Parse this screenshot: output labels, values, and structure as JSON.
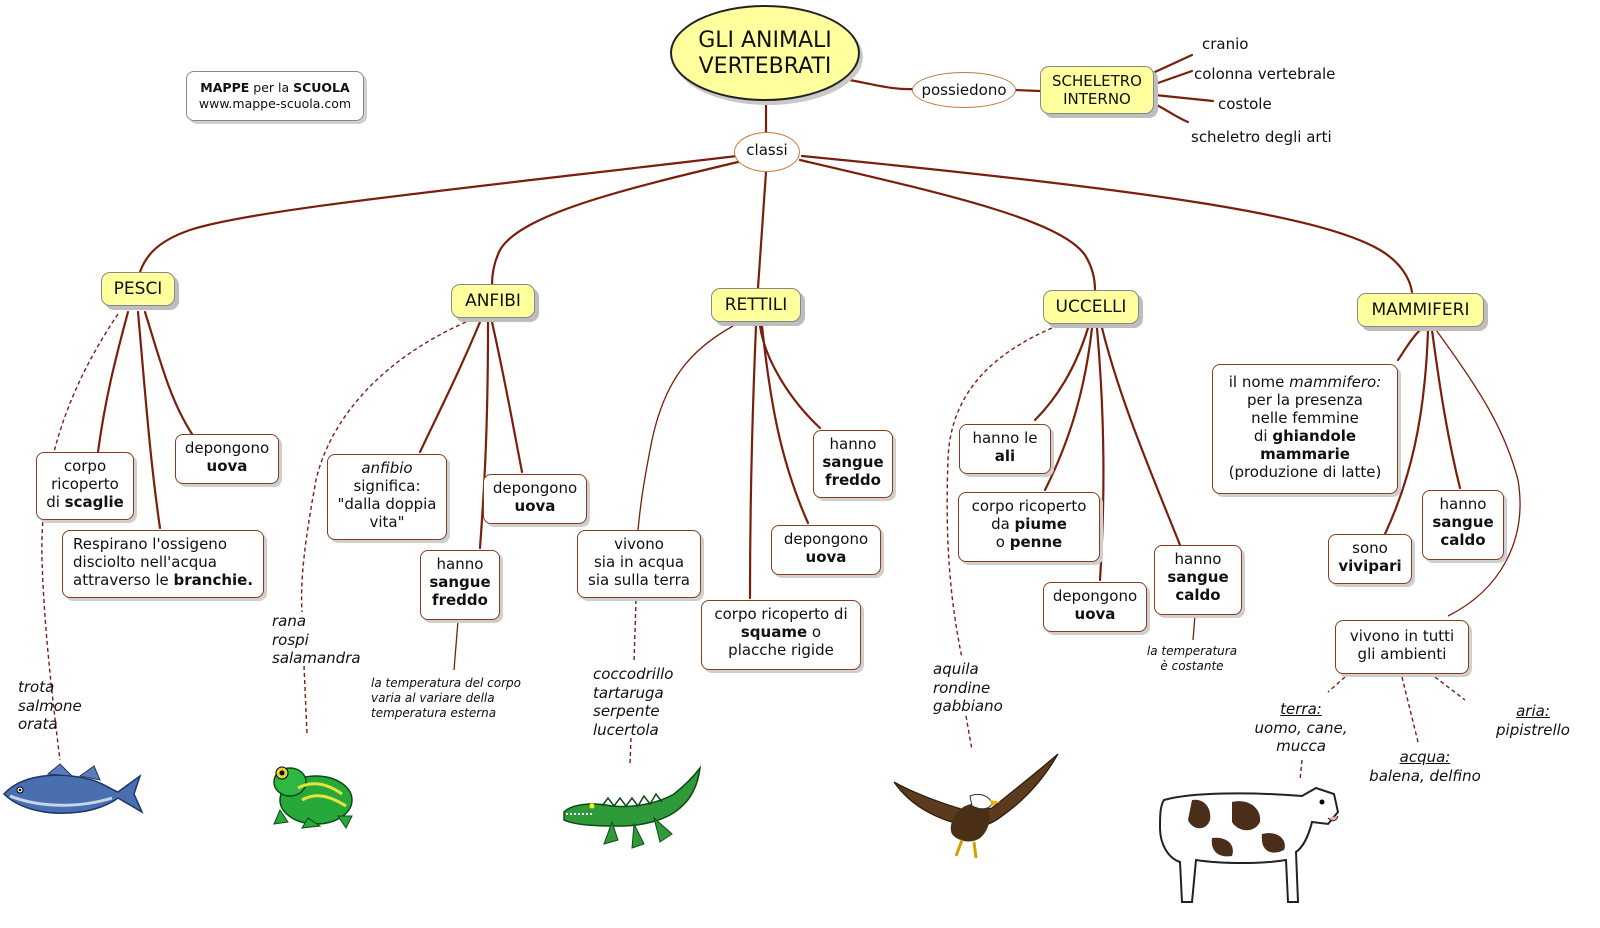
{
  "logo": {
    "line1_bold_a": "MAPPE",
    "line1_mid": " per la ",
    "line1_bold_b": "SCUOLA",
    "line2": "www.mappe-scuola.com"
  },
  "root": {
    "line1": "GLI ANIMALI",
    "line2": "VERTEBRATI"
  },
  "links": {
    "possiedono": "possiedono",
    "classi": "classi"
  },
  "scheletro": {
    "line1": "SCHELETRO",
    "line2": "INTERNO",
    "parts": [
      "cranio",
      "colonna vertebrale",
      "costole",
      "scheletro degli arti"
    ]
  },
  "classes": [
    "PESCI",
    "ANFIBI",
    "RETTILI",
    "UCCELLI",
    "MAMMIFERI"
  ],
  "pesci": {
    "corpo": {
      "l1": "corpo",
      "l2": "ricoperto",
      "l3_pre": "di ",
      "l3_bold": "scaglie"
    },
    "depongono": {
      "l1": "depongono",
      "l2": "uova"
    },
    "respirano": {
      "l1": "Respirano l'ossigeno",
      "l2": "disciolto nell'acqua",
      "l3_pre": "attraverso le ",
      "l3_bold": "branchie."
    },
    "examples": [
      "trota",
      "salmone",
      "orata"
    ]
  },
  "anfibi": {
    "significa": {
      "l1": "anfibio",
      "l2": "significa:",
      "l3": "\"dalla doppia",
      "l4": "vita\""
    },
    "depongono": {
      "l1": "depongono",
      "l2": "uova"
    },
    "sangue": {
      "l1": "hanno",
      "l2": "sangue",
      "l3": "freddo"
    },
    "note": [
      "la temperatura del corpo",
      "varia al variare della",
      "temperatura esterna"
    ],
    "examples": [
      "rana",
      "rospi",
      "salamandra"
    ]
  },
  "rettili": {
    "vivono": {
      "l1": "vivono",
      "l2": "sia in acqua",
      "l3": "sia sulla terra"
    },
    "sangue": {
      "l1": "hanno",
      "l2": "sangue",
      "l3": "freddo"
    },
    "depongono": {
      "l1": "depongono",
      "l2": "uova"
    },
    "corpo": {
      "l1": "corpo ricoperto di",
      "l2_bold": "squame",
      "l2_post": " o",
      "l3": "placche rigide"
    },
    "examples": [
      "coccodrillo",
      "tartaruga",
      "serpente",
      "lucertola"
    ]
  },
  "uccelli": {
    "ali": {
      "l1": "hanno le",
      "l2": "ali"
    },
    "corpo": {
      "l1": "corpo ricoperto",
      "l2_pre": "da ",
      "l2_bold": "piume",
      "l3_pre": "o ",
      "l3_bold": "penne"
    },
    "depongono": {
      "l1": "depongono",
      "l2": "uova"
    },
    "sangue": {
      "l1": "hanno",
      "l2": "sangue",
      "l3": "caldo"
    },
    "note": [
      "la temperatura",
      "è costante"
    ],
    "examples": [
      "aquila",
      "rondine",
      "gabbiano"
    ]
  },
  "mammiferi": {
    "nome": {
      "l1_pre": "il nome ",
      "l1_it": "mammifero:",
      "l2": "per la presenza",
      "l3": "nelle femmine",
      "l4_pre": "di ",
      "l4_bold": "ghiandole",
      "l5_bold": "mammarie",
      "l6": "(produzione di latte)"
    },
    "vivipari": {
      "l1": "sono",
      "l2": "vivipari"
    },
    "sangue": {
      "l1": "hanno",
      "l2": "sangue",
      "l3": "caldo"
    },
    "ambienti": {
      "l1": "vivono in tutti",
      "l2": "gli ambienti"
    },
    "terra": {
      "label": "terra:",
      "l1": "uomo, cane,",
      "l2": "mucca"
    },
    "acqua": {
      "label": "acqua:",
      "l1": "balena, delfino"
    },
    "aria": {
      "label": "aria:",
      "l1": "pipistrello"
    }
  },
  "colors": {
    "link": "#7a1f0c",
    "node_fill": "#ffff9e",
    "oval_border": "#c47a3c"
  },
  "icons": [
    "fish-picture",
    "frog-picture",
    "crocodile-picture",
    "eagle-picture",
    "cow-picture"
  ]
}
